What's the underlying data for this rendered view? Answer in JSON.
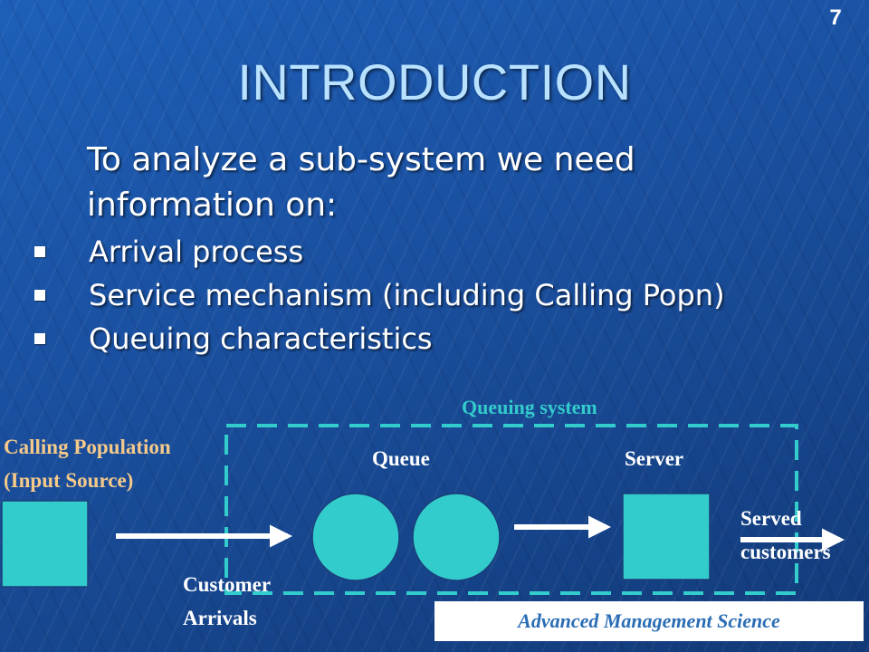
{
  "slide": {
    "number": "7",
    "title": "INTRODUCTION",
    "intro": "To analyze a sub-system we need information on:",
    "bullets": [
      "Arrival process",
      "Service mechanism (including Calling Popn)",
      "Queuing characteristics"
    ]
  },
  "diagram": {
    "system_label": "Queuing system",
    "population_line1": "Calling Population",
    "population_line2": "(Input Source)",
    "queue_label": "Queue",
    "server_label": "Server",
    "served_line1": "Served",
    "served_line2": "customers",
    "arrivals_line1": "Customer",
    "arrivals_line2": "Arrivals"
  },
  "footer": "Advanced Management Science",
  "colors": {
    "title": "#b8e2ff",
    "shape_fill": "#33cccc",
    "system_label": "#33cccc",
    "population_label": "#f5c98a",
    "diagram_text": "#ffffff",
    "footer_text": "#2a6db5"
  }
}
